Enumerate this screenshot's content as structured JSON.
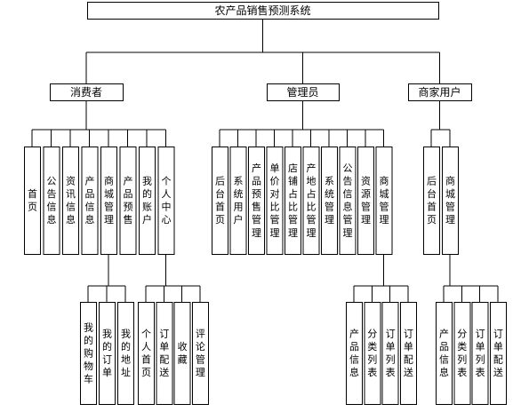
{
  "diagram": {
    "title": "农产品销售预测系统",
    "groups": [
      {
        "label": "消费者",
        "children": [
          {
            "label": "首页"
          },
          {
            "label": "公告信息"
          },
          {
            "label": "资讯信息"
          },
          {
            "label": "产品信息"
          },
          {
            "label": "商城管理"
          },
          {
            "label": "产品预售"
          },
          {
            "label": "我的账户"
          },
          {
            "label": "个人中心"
          }
        ],
        "subgroups": [
          {
            "parent": "商城管理",
            "children": [
              {
                "label": "我的购物车"
              },
              {
                "label": "我的订单"
              },
              {
                "label": "我的地址"
              }
            ]
          },
          {
            "parent": "个人中心",
            "children": [
              {
                "label": "个人首页"
              },
              {
                "label": "订单配送"
              },
              {
                "label": "收藏"
              },
              {
                "label": "评论管理"
              }
            ]
          }
        ]
      },
      {
        "label": "管理员",
        "children": [
          {
            "label": "后台首页"
          },
          {
            "label": "系统用户"
          },
          {
            "label": "产品预售管理"
          },
          {
            "label": "单价对比管理"
          },
          {
            "label": "店铺占比管理"
          },
          {
            "label": "产地占比管理"
          },
          {
            "label": "系统管理"
          },
          {
            "label": "公告信息管理"
          },
          {
            "label": "资源管理"
          },
          {
            "label": "商城管理"
          }
        ],
        "subgroups": [
          {
            "parent": "商城管理",
            "children": [
              {
                "label": "产品信息"
              },
              {
                "label": "分类列表"
              },
              {
                "label": "订单列表"
              },
              {
                "label": "订单配送"
              }
            ]
          }
        ]
      },
      {
        "label": "商家用户",
        "children": [
          {
            "label": "后台首页"
          },
          {
            "label": "商城管理"
          }
        ],
        "subgroups": [
          {
            "parent": "商城管理",
            "children": [
              {
                "label": "产品信息"
              },
              {
                "label": "分类列表"
              },
              {
                "label": "订单列表"
              },
              {
                "label": "订单配送"
              }
            ]
          }
        ]
      }
    ]
  }
}
